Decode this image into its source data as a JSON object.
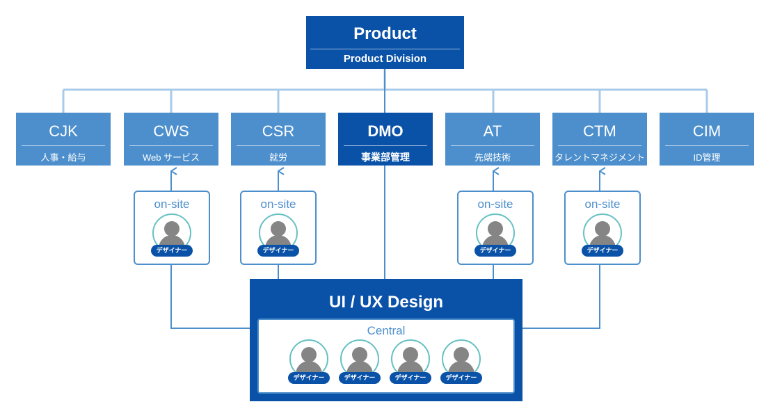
{
  "top": {
    "title": "Product",
    "subtitle": "Product Division"
  },
  "departments": [
    {
      "code": "CJK",
      "subtitle": "人事・給与"
    },
    {
      "code": "CWS",
      "subtitle": "Web サービス"
    },
    {
      "code": "CSR",
      "subtitle": "就労"
    },
    {
      "code": "DMO",
      "subtitle": "事業部管理"
    },
    {
      "code": "AT",
      "subtitle": "先端技術"
    },
    {
      "code": "CTM",
      "subtitle": "タレントマネジメント"
    },
    {
      "code": "CIM",
      "subtitle": "ID管理"
    }
  ],
  "onsite_label": "on-site",
  "designer_label": "デザイナー",
  "uiux": {
    "title": "UI / UX Design",
    "central_label": "Central"
  },
  "colors": {
    "dark_blue": "#0a52a8",
    "mid_blue": "#4d8fcc",
    "line_blue": "#a9cbea",
    "ring_teal": "#66c0c3"
  }
}
